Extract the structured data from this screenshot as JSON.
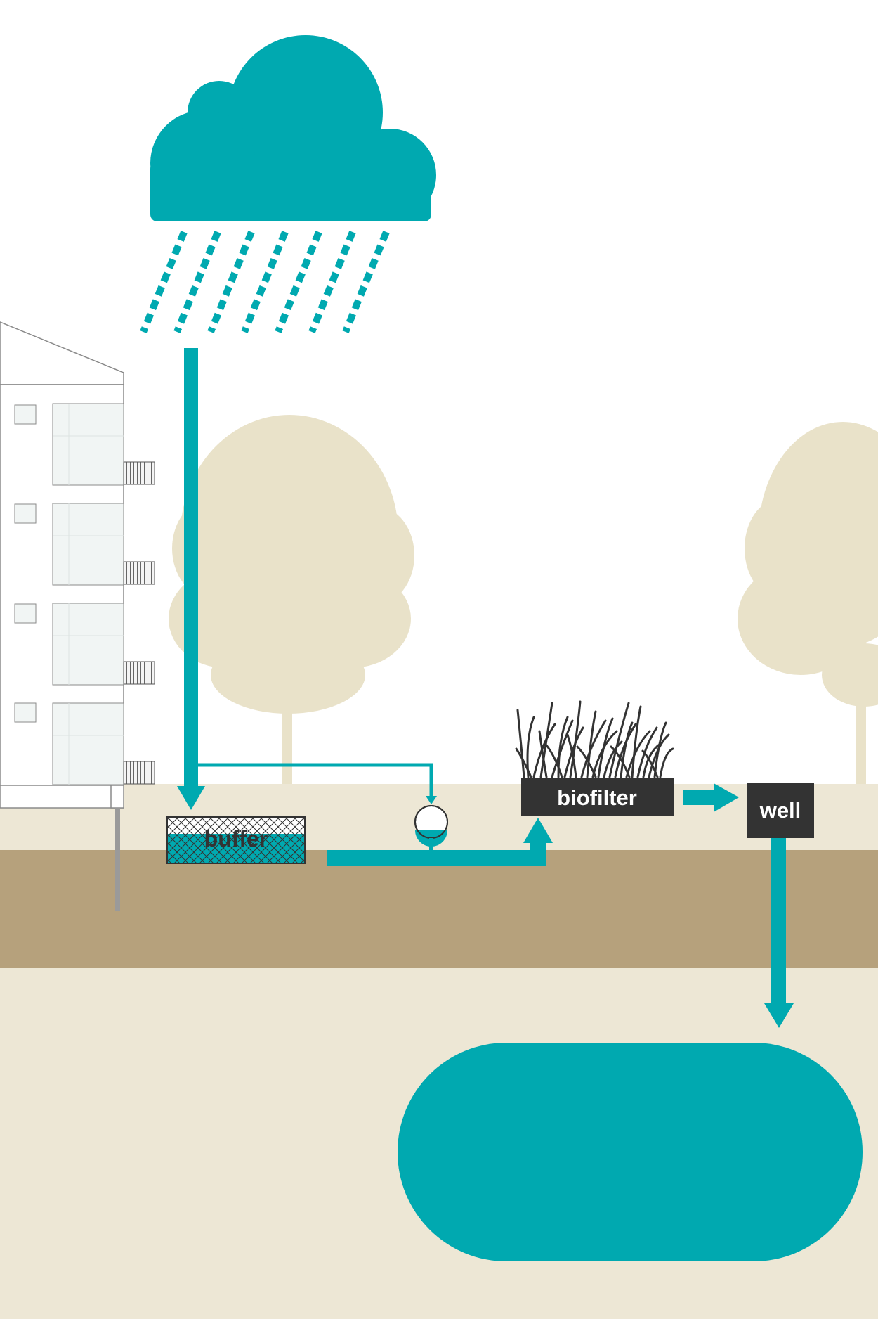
{
  "labels": {
    "buffer": "buffer",
    "biofilter": "biofilter",
    "well": "well"
  },
  "colors": {
    "water": "#00a9b0",
    "sky": "#ffffff",
    "ground_light": "#ede7d5",
    "soil_dark": "#b6a17c",
    "tree": "#e9e2c9",
    "building_outline": "#8a8a8a",
    "window_fill": "#f1f5f4",
    "label_box": "#333333",
    "label_text": "#ffffff",
    "buffer_text": "#333333"
  },
  "icons": {
    "cloud": "cloud-icon",
    "rain": "rain-icon",
    "pump": "pump-icon",
    "grass": "grass-icon",
    "tree": "tree-icon",
    "aquifer": "aquifer-icon"
  }
}
